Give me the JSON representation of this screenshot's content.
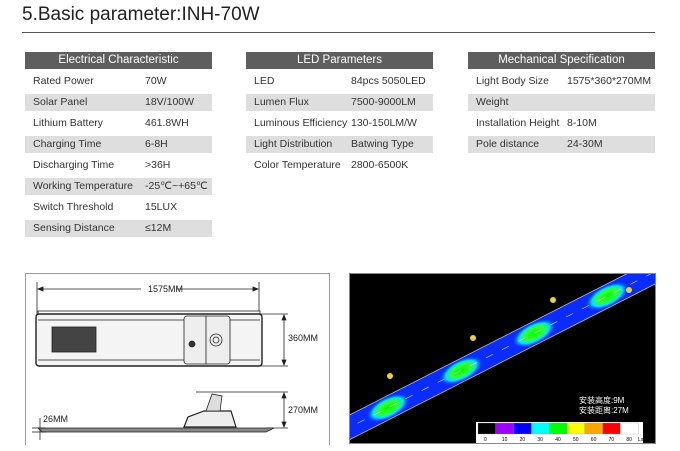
{
  "title": "5.Basic parameter:INH-70W",
  "electrical": {
    "header": "Electrical Characteristic",
    "rows": [
      {
        "label": "Rated Power",
        "value": "70W"
      },
      {
        "label": "Solar Panel",
        "value": "18V/100W"
      },
      {
        "label": "Lithium Battery",
        "value": "461.8WH"
      },
      {
        "label": "Charging Time",
        "value": "6-8H"
      },
      {
        "label": "Discharging Time",
        "value": ">36H"
      },
      {
        "label": "Working Temperature",
        "value": "-25℃~+65℃"
      },
      {
        "label": "Switch Threshold",
        "value": "15LUX"
      },
      {
        "label": "Sensing Distance",
        "value": "≤12M"
      }
    ]
  },
  "led": {
    "header": "LED Parameters",
    "rows": [
      {
        "label": "LED",
        "value": "84pcs 5050LED"
      },
      {
        "label": "Lumen Flux",
        "value": "7500-9000LM"
      },
      {
        "label": "Luminous Efficiency",
        "value": "130-150LM/W"
      },
      {
        "label": "Light Distribution",
        "value": "Batwing Type"
      },
      {
        "label": "Color Temperature",
        "value": "2800-6500K"
      }
    ]
  },
  "mechanical": {
    "header": "Mechanical Specification",
    "rows": [
      {
        "label": "Light Body Size",
        "value": "1575*360*270MM"
      },
      {
        "label": "Weight",
        "value": ""
      },
      {
        "label": "Installation Height",
        "value": "8-10M"
      },
      {
        "label": "Pole distance",
        "value": "24-30M"
      }
    ]
  },
  "diagram": {
    "length": "1575MM",
    "width": "360MM",
    "height": "270MM",
    "thickness": "26MM"
  },
  "simulation": {
    "install_height": "安装高度:9M",
    "install_distance": "安装距离:27M",
    "legend": {
      "labels": [
        "0",
        "10",
        "20",
        "30",
        "40",
        "50",
        "60",
        "70",
        "80"
      ],
      "unit": "Lx",
      "colors": [
        "#000000",
        "#9b00ff",
        "#0000ff",
        "#00ffff",
        "#00ff00",
        "#ffff00",
        "#ffa500",
        "#ff0000",
        "#ffffff"
      ]
    }
  }
}
